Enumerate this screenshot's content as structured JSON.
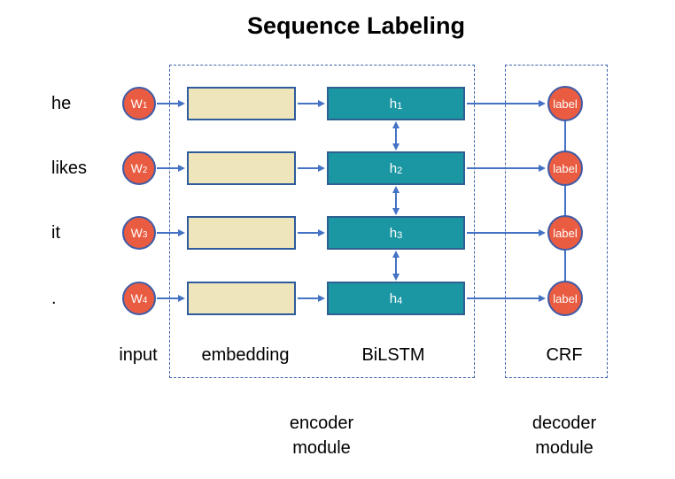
{
  "title": "Sequence Labeling",
  "rows": [
    {
      "word": "he",
      "input": {
        "base": "W",
        "sub": "1"
      },
      "hidden": {
        "base": "h",
        "sub": "1"
      },
      "output": "label"
    },
    {
      "word": "likes",
      "input": {
        "base": "W",
        "sub": "2"
      },
      "hidden": {
        "base": "h",
        "sub": "2"
      },
      "output": "label"
    },
    {
      "word": "it",
      "input": {
        "base": "W",
        "sub": "3"
      },
      "hidden": {
        "base": "h",
        "sub": "3"
      },
      "output": "label"
    },
    {
      "word": ".",
      "input": {
        "base": "W",
        "sub": "4"
      },
      "hidden": {
        "base": "h",
        "sub": "4"
      },
      "output": "label"
    }
  ],
  "layer_labels": {
    "input": "input",
    "embedding": "embedding",
    "bilstm": "BiLSTM",
    "crf": "CRF"
  },
  "module_labels": {
    "encoder": {
      "line1": "encoder",
      "line2": "module"
    },
    "decoder": {
      "line1": "decoder",
      "line2": "module"
    }
  },
  "colors": {
    "arrow_blue": "#4472c4",
    "dashed_border_blue": "#3f63a8",
    "node_red_fill": "#e95c41",
    "node_border_blue": "#3f5ba6",
    "embedding_fill": "#efe5ba",
    "embedding_border": "#2e5b9b",
    "bilstm_fill": "#1b97a3",
    "bilstm_border": "#2e6091",
    "title_text": "#000000",
    "node_text": "#ffffff"
  }
}
